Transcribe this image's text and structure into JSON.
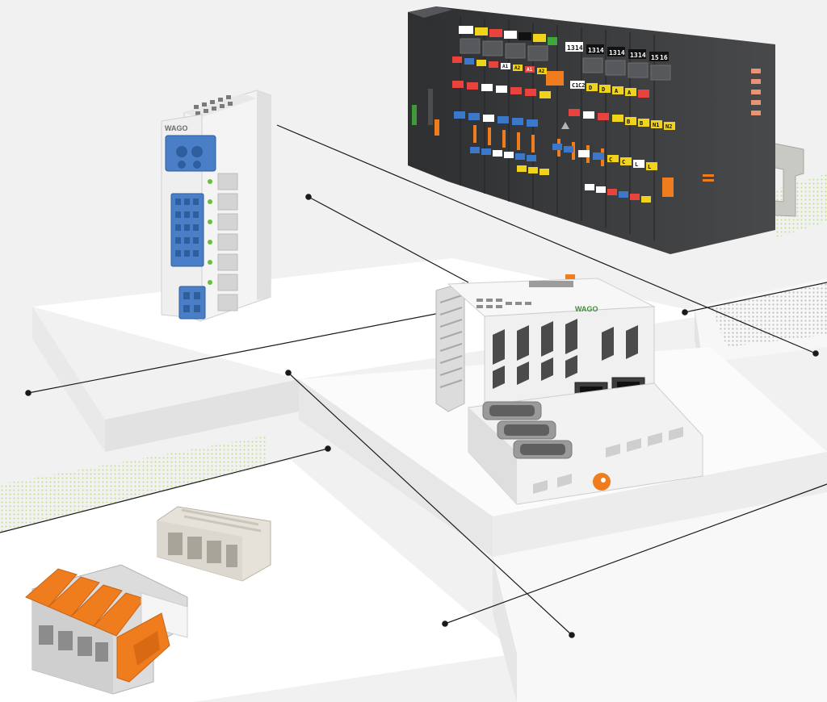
{
  "scene": {
    "description_visible_text": true,
    "colors": {
      "background": "#f2f2f2",
      "platform_top": "#ffffff",
      "platform_side": "#e6e6e6",
      "green_stripe": "#cfe9a8",
      "device_dark": "#3c3d3f",
      "device_light": "#f3f3f3",
      "blue_terminal": "#4a7fc8",
      "orange_lever": "#f07d1d",
      "callout_line": "#1a1a1a"
    }
  },
  "power_supply": {
    "brand": "WAGO",
    "icon": "power-supply-distribution-module-icon"
  },
  "io_system": {
    "icon": "dark-io-module-rail-icon",
    "labels_row1": [
      "13",
      "14",
      "13",
      "14",
      "13",
      "14",
      "13",
      "14",
      "15",
      "16"
    ],
    "labels_row2": [
      "A1",
      "A2",
      "A1",
      "A2"
    ],
    "labels_row3": [
      "C1",
      "C2",
      "D",
      "D",
      "A",
      "A"
    ],
    "labels_row4": [
      "B",
      "B",
      "N1",
      "N2"
    ],
    "labels_row5": [
      "C",
      "C",
      "L",
      "L"
    ]
  },
  "controller": {
    "brand": "WAGO",
    "icon": "compact-controller-icon"
  },
  "connectors": {
    "icon_header": "pcb-header-connector-icon",
    "icon_plug": "lever-plug-connector-icon"
  },
  "callouts": {
    "count": 8
  }
}
